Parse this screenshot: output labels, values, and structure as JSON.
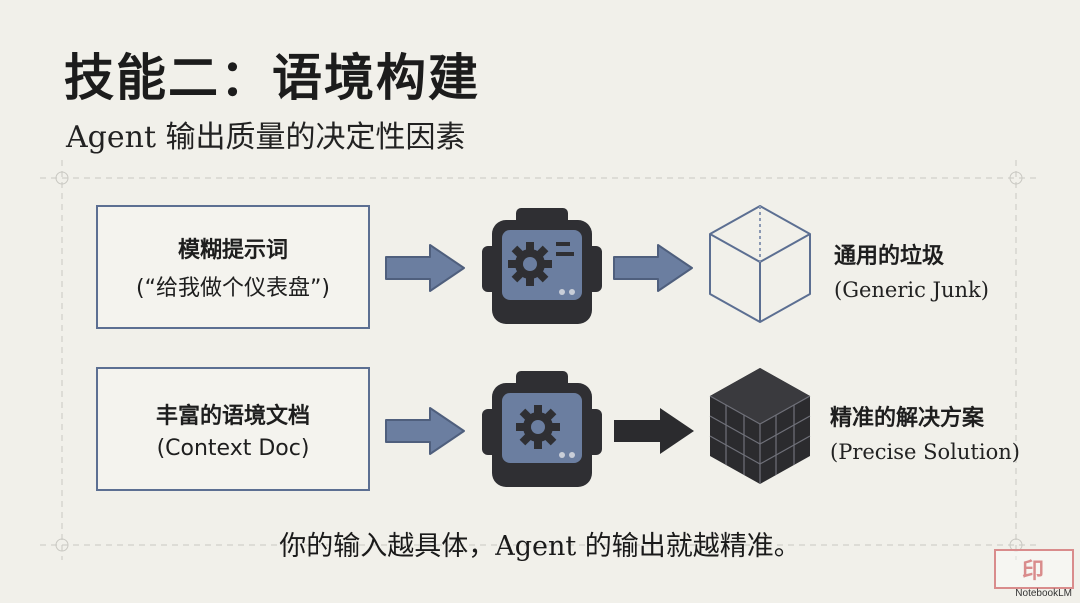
{
  "title": "技能二：语境构建",
  "subtitle": "Agent 输出质量的决定性因素",
  "rows": [
    {
      "input_line1": "模糊提示词",
      "input_line2": "(“给我做个仪表盘”)",
      "output_zh": "通用的垃圾",
      "output_en": "(Generic Junk)"
    },
    {
      "input_line1": "丰富的语境文档",
      "input_line2": "(Context Doc)",
      "output_zh": "精准的解决方案",
      "output_en": "(Precise Solution)"
    }
  ],
  "caption": "你的输入越具体，Agent 的输出就越精准。",
  "brand": "NotebookLM",
  "colors": {
    "accent": "#5c6f92",
    "dark": "#2b2b2e",
    "background": "#f1f0ea"
  }
}
